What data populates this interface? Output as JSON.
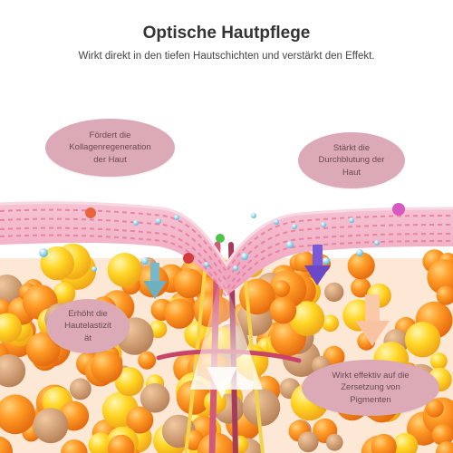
{
  "header": {
    "title": "Optische Hautpflege",
    "subtitle": "Wirkt direkt in den tiefen Hautschichten und verstärkt den Effekt."
  },
  "callouts": [
    {
      "text": "Fördert die\nKollagenregeneration\nder Haut"
    },
    {
      "text": "Stärkt die\nDurchblutung der\nHaut"
    },
    {
      "text": "Erhöht die\nHautelastizit\nät"
    },
    {
      "text": "Wirkt effektiv auf die\nZersetzung von\nPigmenten"
    }
  ],
  "colors": {
    "skin_band": "#f2b6c8",
    "skin_stripe": "#e58aa8",
    "fat_orange": "#f7941d",
    "fat_yellow": "#ffd21f",
    "arrow_teal": "#6fb0c0",
    "arrow_purple": "#7a5ad6",
    "arrow_peach": "#f8c3a0",
    "callout_bg": "#dcaab6"
  }
}
